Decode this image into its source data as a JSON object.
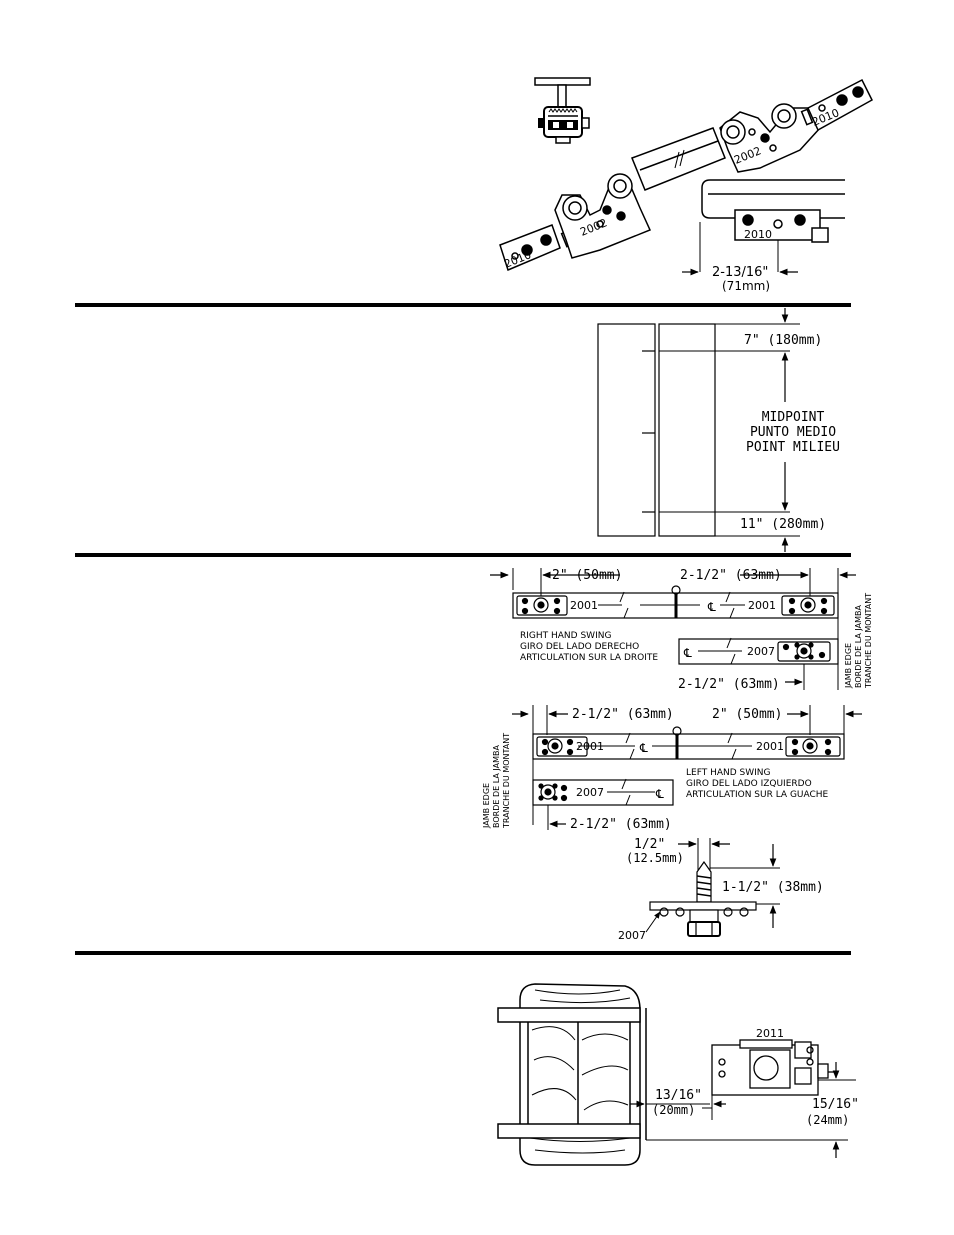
{
  "section1": {
    "part_2010_left": "2010",
    "part_2002_left": "2002",
    "part_2002_right": "2002",
    "part_2010_right": "2010",
    "part_2010_detail": "2010",
    "dim_in": "2-13/16\"",
    "dim_mm": "(71mm)"
  },
  "section2": {
    "top_dim": "7\" (180mm)",
    "mid_1": "MIDPOINT",
    "mid_2": "PUNTO MEDIO",
    "mid_3": "POINT MILIEU",
    "bottom_dim": "11\" (280mm)"
  },
  "section3": {
    "rh": {
      "dim_left": "2\" (50mm)",
      "dim_right": "2-1/2\" (63mm)",
      "part_left": "2001",
      "part_right": "2001",
      "part_lower": "2007",
      "cl_top": "℄",
      "cl_lower": "℄",
      "swing_1": "RIGHT HAND SWING",
      "swing_2": "GIRO DEL LADO DERECHO",
      "swing_3": "ARTICULATION SUR LA DROITE",
      "dim_bottom": "2-1/2\" (63mm)",
      "jamb_1": "JAMB EDGE",
      "jamb_2": "BORDE DE LA JAMBA",
      "jamb_3": "TRANCHE DU MONTANT"
    },
    "lh": {
      "dim_left": "2-1/2\" (63mm)",
      "dim_right": "2\" (50mm)",
      "part_left": "2001",
      "part_right": "2001",
      "part_lower": "2007",
      "cl_top": "℄",
      "cl_lower": "℄",
      "swing_1": "LEFT HAND SWING",
      "swing_2": "GIRO DEL LADO IZQUIERDO",
      "swing_3": "ARTICULATION SUR LA GUACHE",
      "dim_bottom": "2-1/2\" (63mm)",
      "jamb_1": "JAMB EDGE",
      "jamb_2": "BORDE DE LA JAMBA",
      "jamb_3": "TRANCHE DU MONTANT"
    },
    "pivot": {
      "dim_w_in": "1/2\"",
      "dim_w_mm": "(12.5mm)",
      "dim_h": "1-1/2\" (38mm)",
      "part": "2007"
    }
  },
  "section4": {
    "part": "2011",
    "dim_a_in": "13/16\"",
    "dim_a_mm": "(20mm)",
    "dim_b_in": "15/16\"",
    "dim_b_mm": "(24mm)"
  }
}
